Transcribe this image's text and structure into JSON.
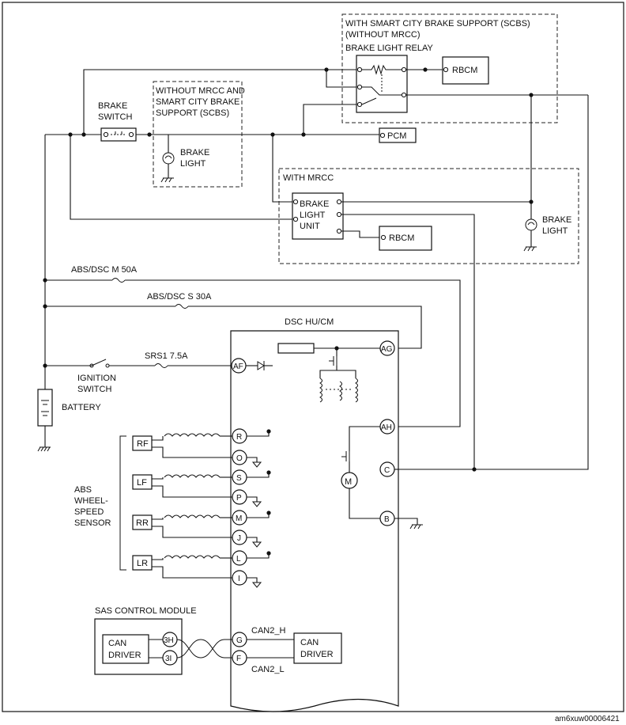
{
  "scbs_box": {
    "line1": "WITH SMART CITY BRAKE SUPPORT (SCBS)",
    "line2": "(WITHOUT MRCC)"
  },
  "brake_light_relay": "BRAKE LIGHT RELAY",
  "rbcm_top": "RBCM",
  "without_box": {
    "line1": "WITHOUT MRCC AND",
    "line2": "SMART CITY BRAKE",
    "line3": "SUPPORT (SCBS)"
  },
  "brake_switch": {
    "line1": "BRAKE",
    "line2": "SWITCH"
  },
  "brake_light_left": {
    "line1": "BRAKE",
    "line2": "LIGHT"
  },
  "pcm": "PCM",
  "mrcc_box": "WITH MRCC",
  "brake_light_unit": {
    "line1": "BRAKE",
    "line2": "LIGHT",
    "line3": "UNIT"
  },
  "rbcm_mid": "RBCM",
  "brake_light_right": {
    "line1": "BRAKE",
    "line2": "LIGHT"
  },
  "fuses": {
    "m50": "ABS/DSC M 50A",
    "s30": "ABS/DSC S 30A",
    "srs": "SRS1 7.5A"
  },
  "ignition_switch": {
    "line1": "IGNITION",
    "line2": "SWITCH"
  },
  "battery": "BATTERY",
  "dsc_title": "DSC HU/CM",
  "wheel_sensor": {
    "line1": "ABS",
    "line2": "WHEEL-",
    "line3": "SPEED",
    "line4": "SENSOR"
  },
  "wheels": [
    "RF",
    "LF",
    "RR",
    "LR"
  ],
  "pins_left": [
    "R",
    "O",
    "S",
    "P",
    "M",
    "J",
    "L",
    "I"
  ],
  "pins_right": {
    "ag": "AG",
    "af": "AF",
    "ah": "AH",
    "c": "C",
    "b": "B",
    "g": "G",
    "f": "F"
  },
  "motor": "M",
  "sas_title": "SAS CONTROL MODULE",
  "can_driver_left": {
    "line1": "CAN",
    "line2": "DRIVER"
  },
  "can_driver_right": {
    "line1": "CAN",
    "line2": "DRIVER"
  },
  "sas_pins": [
    "3H",
    "3I"
  ],
  "can_labels": {
    "high": "CAN2_H",
    "low": "CAN2_L"
  },
  "footer_id": "am6xuw00006421"
}
